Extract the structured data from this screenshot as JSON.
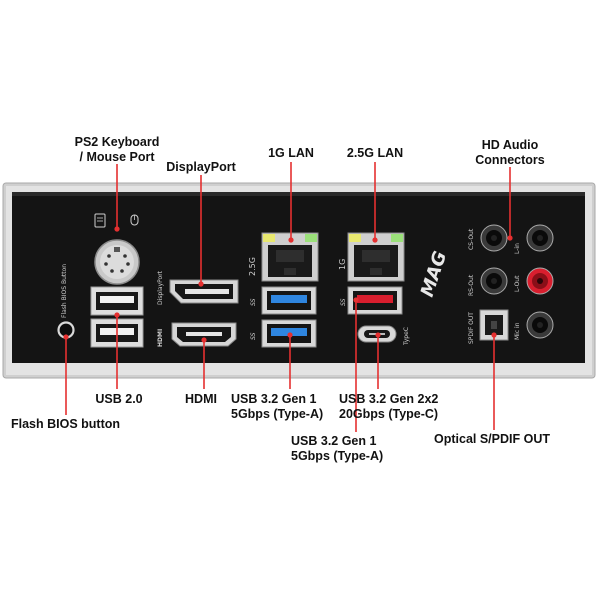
{
  "labels": {
    "ps2": "PS2 Keyboard\n/ Mouse Port",
    "displayport": "DisplayPort",
    "lan_1g": "1G LAN",
    "lan_25g": "2.5G LAN",
    "hd_audio": "HD Audio\nConnectors",
    "usb20": "USB 2.0",
    "hdmi": "HDMI",
    "usb32_gen1_a": "USB 3.2 Gen 1\n5Gbps (Type-A)",
    "usb32_gen2x2_c": "USB 3.2 Gen 2x2\n20Gbps (Type-C)",
    "usb32_gen1_a_2": "USB 3.2 Gen 1\n5Gbps (Type-A)",
    "flash_bios": "Flash BIOS button",
    "optical_spdif": "Optical S/PDIF OUT"
  },
  "panel_print": {
    "flash_bios_button": "Flash BIOS Button",
    "displayport": "DisplayPort",
    "hdmi": "HDMI",
    "speed_25g": "2.5G",
    "speed_1g": "1G",
    "typec": "TypeC",
    "brand": "MAG",
    "cs_out": "CS-Out",
    "rs_out": "RS-Out",
    "spdif_out": "SPDIF OUT",
    "l_in": "L-in",
    "l_out": "L-Out",
    "mic_in": "Mic in",
    "ss_a": "SS",
    "ss_b": "SS",
    "ss_c": "SS"
  },
  "colors": {
    "callout": "#e53030",
    "panel": "#141414",
    "bracket": "#c9c9c9",
    "usb_blue": "#2f86e0",
    "usb_red": "#d81e2e"
  }
}
